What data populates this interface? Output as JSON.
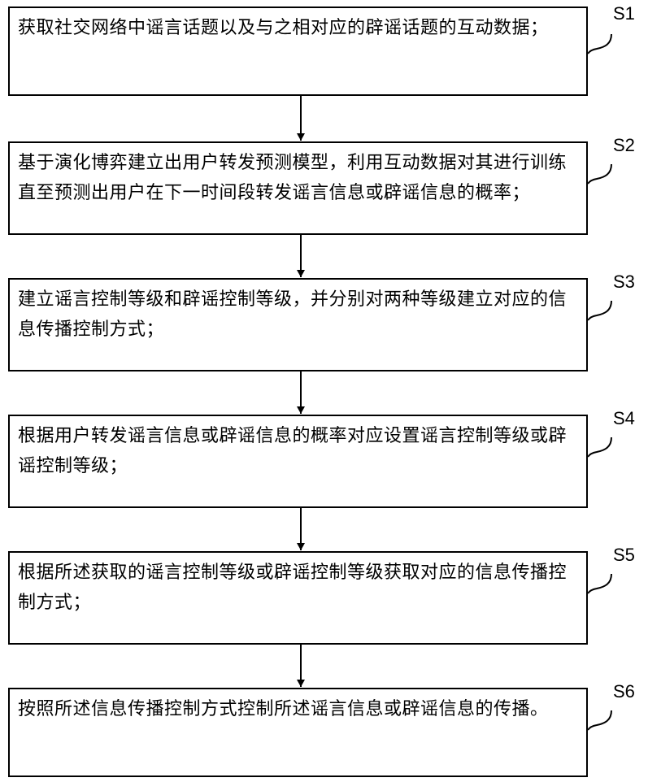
{
  "steps": [
    {
      "tag": "S1",
      "text": "获取社交网络中谣言话题以及与之相对应的辟谣话题的互动数据；"
    },
    {
      "tag": "S2",
      "text": "基于演化博弈建立出用户转发预测模型，利用互动数据对其进行训练直至预测出用户在下一时间段转发谣言信息或辟谣信息的概率；"
    },
    {
      "tag": "S3",
      "text": "建立谣言控制等级和辟谣控制等级，并分别对两种等级建立对应的信息传播控制方式；"
    },
    {
      "tag": "S4",
      "text": "根据用户转发谣言信息或辟谣信息的概率对应设置谣言控制等级或辟谣控制等级；"
    },
    {
      "tag": "S5",
      "text": "根据所述获取的谣言控制等级或辟谣控制等级获取对应的信息传播控制方式；"
    },
    {
      "tag": "S6",
      "text": "按照所述信息传播控制方式控制所述谣言信息或辟谣信息的传播。"
    }
  ]
}
